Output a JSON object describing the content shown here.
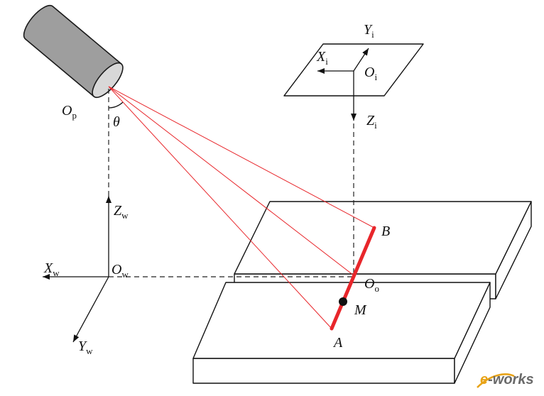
{
  "labels": {
    "op": {
      "main": "O",
      "sub": "p"
    },
    "theta": "θ",
    "zw": {
      "main": "Z",
      "sub": "w"
    },
    "xw": {
      "main": "X",
      "sub": "w"
    },
    "ow": {
      "main": "O",
      "sub": "w"
    },
    "yw": {
      "main": "Y",
      "sub": "w"
    },
    "yi": {
      "main": "Y",
      "sub": "i"
    },
    "xi": {
      "main": "X",
      "sub": "i"
    },
    "oi": {
      "main": "O",
      "sub": "i"
    },
    "zi": {
      "main": "Z",
      "sub": "i"
    },
    "b": "B",
    "oo": {
      "main": "O",
      "sub": "o"
    },
    "m": "M",
    "a": "A"
  },
  "logo": {
    "prefix": "e",
    "suffix": "-works"
  },
  "colors": {
    "laser": "#e8262b",
    "cylinder_body": "#9e9e9e",
    "cylinder_face": "#d8d8d8",
    "point": "#111111",
    "logo_accent": "#e8a317",
    "logo_text": "#6a6a6a"
  }
}
